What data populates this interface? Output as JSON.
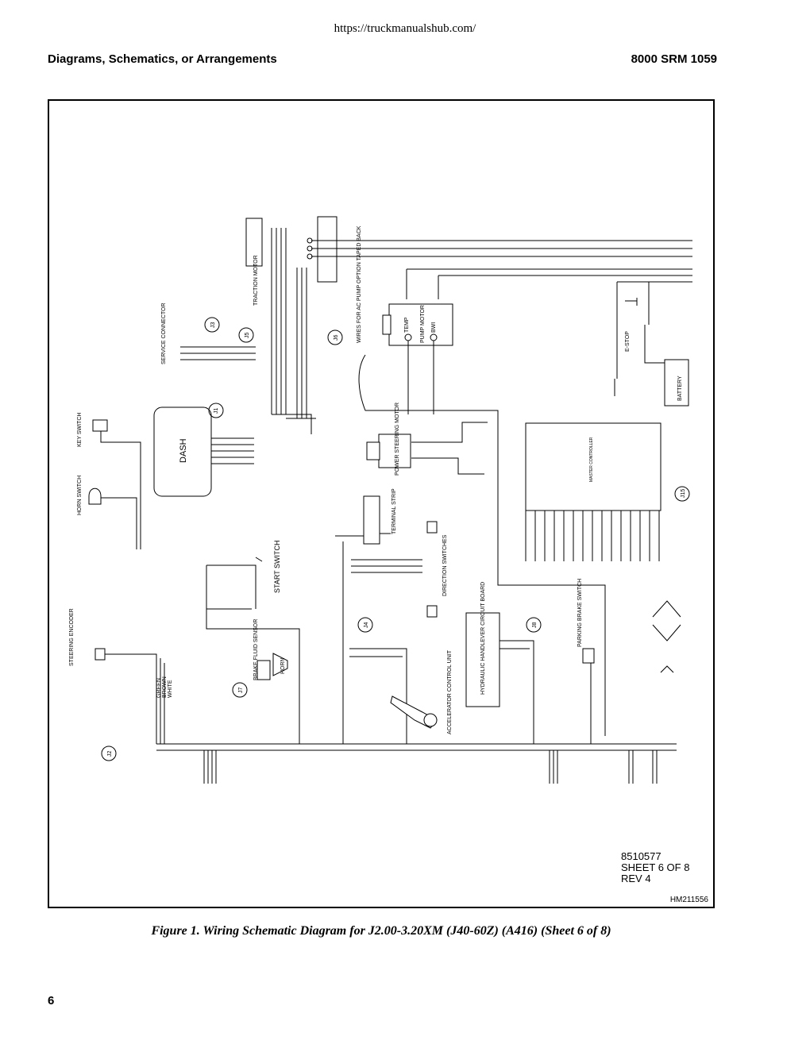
{
  "header": {
    "url": "https://truckmanualshub.com/",
    "section_title": "Diagrams, Schematics, or Arrangements",
    "manual_code": "8000 SRM 1059"
  },
  "diagram": {
    "labels": {
      "traction_motor": "TRACTION MOTOR",
      "wires_ac_pump": "WIRES FOR AC PUMP OPTION TAPED BACK",
      "pump_motor": "PUMP MOTOR",
      "temp": "TEMP",
      "bwi": "BWI",
      "e_stop": "E-STOP",
      "battery": "BATTERY",
      "service_connector": "SERVICE CONNECTOR",
      "key_switch": "KEY SWITCH",
      "dash": "DASH",
      "horn_switch": "HORN SWITCH",
      "power_steering_motor": "POWER STEERING MOTOR",
      "master_controller": "MASTER CONTROLLER",
      "terminal_strip": "TERMINAL STRIP",
      "direction_switches": "DIRECTION SWITCHES",
      "start_switch": "START SWITCH",
      "steering_encoder": "STEERING ENCODER",
      "brake_fluid_sensor": "BRAKE FLUID SENSOR",
      "horn": "HORN",
      "hydraulic_board": "HYDRAULIC HANDLEVER CIRCUIT BOARD",
      "parking_brake_switch": "PARKING BRAKE SWITCH",
      "accelerator": "ACCELERATOR CONTROL UNIT",
      "green": "GREEN",
      "brown": "BROWN",
      "white": "WHITE",
      "j1": "J1",
      "j2": "J2",
      "j3": "J3",
      "j4": "J4",
      "j5": "J5",
      "j6": "J6",
      "j7": "J7",
      "j8": "J8",
      "j15": "J15"
    },
    "sheet_info": {
      "drawing_number": "8510577",
      "sheet": "SHEET 6 OF 8",
      "revision": "REV 4"
    },
    "figure_id": "HM211556"
  },
  "caption": "Figure 1.  Wiring Schematic Diagram for J2.00-3.20XM (J40-60Z) (A416) (Sheet 6 of 8)",
  "page_number": "6"
}
